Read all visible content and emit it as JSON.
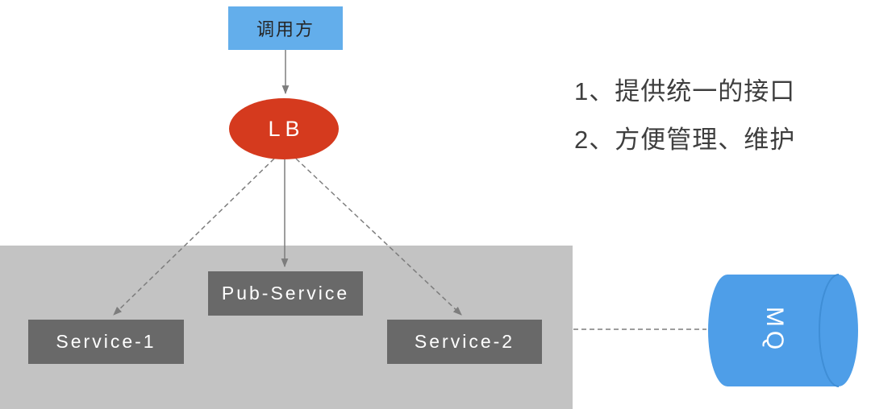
{
  "diagram": {
    "nodes": {
      "caller": "调用方",
      "load_balancer": "LB",
      "pub_service": "Pub-Service",
      "service_1": "Service-1",
      "service_2": "Service-2",
      "mq": "MQ"
    },
    "notes": [
      "1、提供统一的接口",
      "2、方便管理、维护"
    ],
    "colors": {
      "caller_box": "#63AEEB",
      "load_balancer": "#D53A1E",
      "group_panel": "#C3C3C3",
      "service_box": "#696969",
      "mq_cylinder": "#4E9EE8",
      "mq_cylinder_edge": "#3F8ED6",
      "note_text": "#3E3E3E",
      "connector": "#7D7D7D"
    }
  }
}
